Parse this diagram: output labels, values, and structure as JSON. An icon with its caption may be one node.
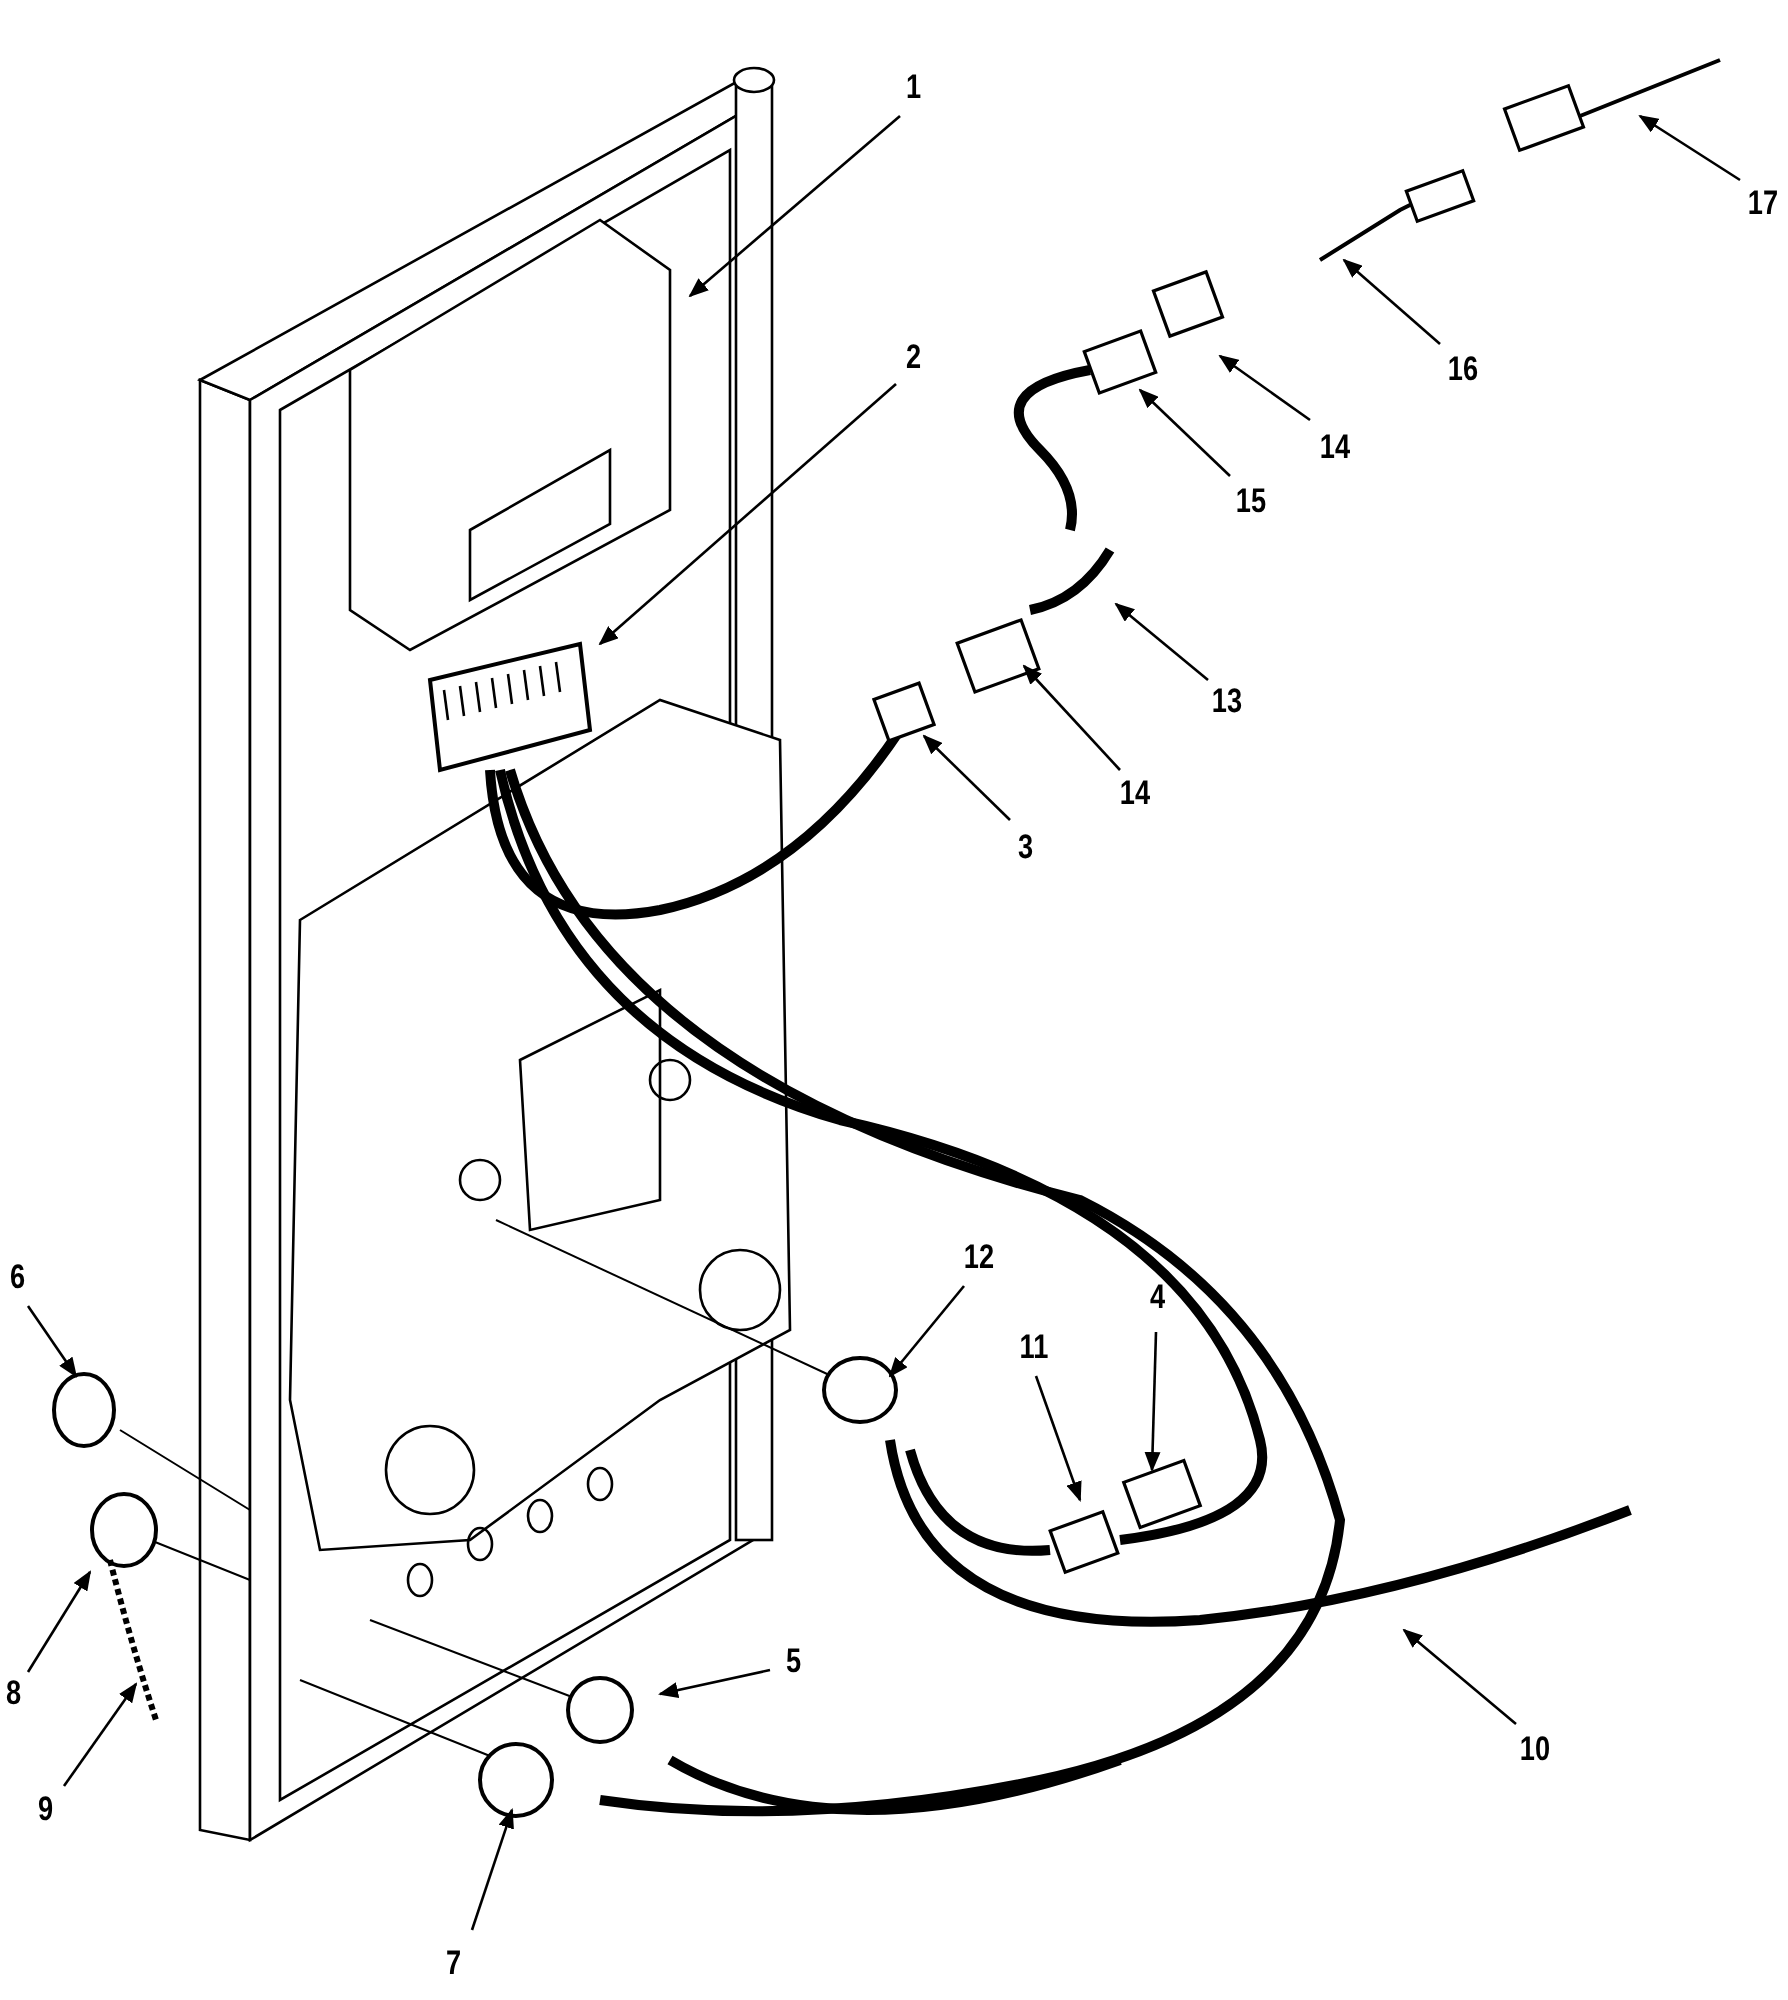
{
  "diagram": {
    "nodes": [
      {
        "text": [
          "1"
        ]
      },
      {
        "text": [
          "2"
        ]
      },
      {
        "text": [
          "3"
        ]
      },
      {
        "text": [
          "4"
        ]
      },
      {
        "text": [
          "5"
        ]
      },
      {
        "text": [
          "6"
        ]
      },
      {
        "text": [
          "7"
        ]
      },
      {
        "text": [
          "8"
        ]
      },
      {
        "text": [
          "9"
        ]
      },
      {
        "text": [
          "10"
        ]
      },
      {
        "text": [
          "11"
        ]
      },
      {
        "text": [
          "12"
        ]
      },
      {
        "text": [
          "13"
        ]
      },
      {
        "text": [
          "14"
        ]
      },
      {
        "text": [
          "14"
        ]
      },
      {
        "text": [
          "15"
        ]
      },
      {
        "text": [
          "16"
        ]
      },
      {
        "text": [
          "17"
        ]
      }
    ],
    "edges": [
      {
        "from": 0,
        "to": null,
        "arrow": "to"
      },
      {
        "from": 1,
        "to": null,
        "arrow": "to"
      },
      {
        "from": 2,
        "to": null,
        "arrow": "to"
      },
      {
        "from": 3,
        "to": null,
        "arrow": "to"
      },
      {
        "from": 4,
        "to": null,
        "arrow": "to"
      },
      {
        "from": 5,
        "to": null,
        "arrow": "to"
      },
      {
        "from": 6,
        "to": null,
        "arrow": "to"
      },
      {
        "from": 7,
        "to": null,
        "arrow": "to"
      },
      {
        "from": 8,
        "to": null,
        "arrow": "to"
      },
      {
        "from": 9,
        "to": null,
        "arrow": "to"
      },
      {
        "from": 10,
        "to": null,
        "arrow": "to"
      },
      {
        "from": 11,
        "to": null,
        "arrow": "to"
      },
      {
        "from": 12,
        "to": null,
        "arrow": "to"
      },
      {
        "from": 13,
        "to": null,
        "arrow": "to"
      },
      {
        "from": 14,
        "to": null,
        "arrow": "to"
      },
      {
        "from": 15,
        "to": null,
        "arrow": "to"
      },
      {
        "from": 16,
        "to": null,
        "arrow": "to"
      },
      {
        "from": 17,
        "to": null,
        "arrow": "to"
      }
    ]
  }
}
